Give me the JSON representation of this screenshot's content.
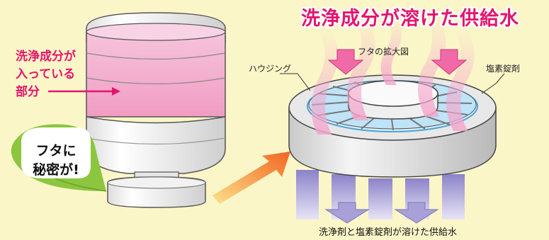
{
  "title": "洗浄成分が溶けた供給水",
  "bottle_note": {
    "line1": "洗浄成分が",
    "line2": "入っている",
    "line3": "部分"
  },
  "bubble": {
    "line1": "フタに",
    "line2": "秘密が!"
  },
  "labels": {
    "housing": "ハウジング",
    "zoom": "フタの拡大図",
    "tablet": "塩素錠剤",
    "bottom": "洗浄剤と塩素錠剤が溶けた供給水"
  },
  "colors": {
    "background": "#fbf6c8",
    "accent_pink": "#e4156e",
    "bubble_green": "#8cc63f",
    "arrow_orange": "#f7941d",
    "liquid_pink": "#f4b8d4",
    "outflow_lavender": "#a8a0d6"
  },
  "icons": [
    "bottle-icon",
    "cap-cross-section-icon",
    "down-arrow-icon",
    "curved-arrow-icon"
  ]
}
